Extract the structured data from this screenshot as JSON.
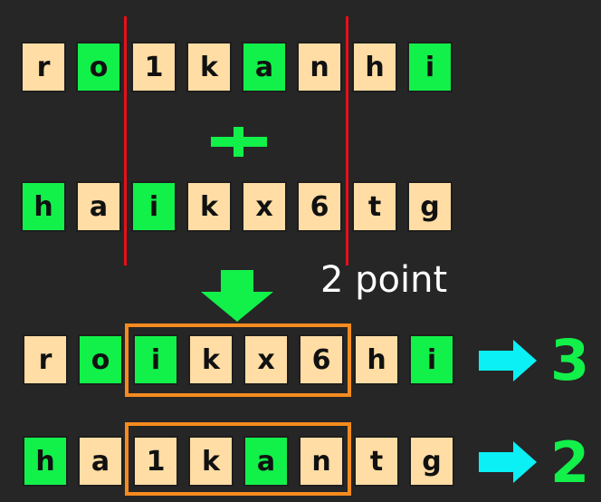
{
  "rows": [
    {
      "id": "parent-1",
      "cells": [
        {
          "ch": "r",
          "c": "b"
        },
        {
          "ch": "o",
          "c": "g"
        },
        {
          "ch": "1",
          "c": "b"
        },
        {
          "ch": "k",
          "c": "b"
        },
        {
          "ch": "a",
          "c": "g"
        },
        {
          "ch": "n",
          "c": "b"
        },
        {
          "ch": "h",
          "c": "b"
        },
        {
          "ch": "i",
          "c": "g"
        }
      ]
    },
    {
      "id": "parent-2",
      "cells": [
        {
          "ch": "h",
          "c": "g"
        },
        {
          "ch": "a",
          "c": "b"
        },
        {
          "ch": "i",
          "c": "g"
        },
        {
          "ch": "k",
          "c": "b"
        },
        {
          "ch": "x",
          "c": "b"
        },
        {
          "ch": "6",
          "c": "b"
        },
        {
          "ch": "t",
          "c": "b"
        },
        {
          "ch": "g",
          "c": "b"
        }
      ]
    },
    {
      "id": "child-1",
      "cells": [
        {
          "ch": "r",
          "c": "b"
        },
        {
          "ch": "o",
          "c": "g"
        },
        {
          "ch": "i",
          "c": "g"
        },
        {
          "ch": "k",
          "c": "b"
        },
        {
          "ch": "x",
          "c": "b"
        },
        {
          "ch": "6",
          "c": "b"
        },
        {
          "ch": "h",
          "c": "b"
        },
        {
          "ch": "i",
          "c": "g"
        }
      ]
    },
    {
      "id": "child-2",
      "cells": [
        {
          "ch": "h",
          "c": "g"
        },
        {
          "ch": "a",
          "c": "b"
        },
        {
          "ch": "1",
          "c": "b"
        },
        {
          "ch": "k",
          "c": "b"
        },
        {
          "ch": "a",
          "c": "g"
        },
        {
          "ch": "n",
          "c": "b"
        },
        {
          "ch": "t",
          "c": "b"
        },
        {
          "ch": "g",
          "c": "b"
        }
      ]
    }
  ],
  "crossover_label": "2 point",
  "scores": [
    "3",
    "2"
  ],
  "icons": {
    "plus": "plus-icon",
    "down_arrow": "down-arrow-icon",
    "right_arrow": "right-arrow-icon"
  },
  "colors": {
    "background": "#262626",
    "gene": "#FFDDA4",
    "match": "#12F04A",
    "cut_line": "#E8101A",
    "segment_box": "#F58B1E",
    "arrow": "#0AF0F5",
    "score": "#12F04A"
  }
}
